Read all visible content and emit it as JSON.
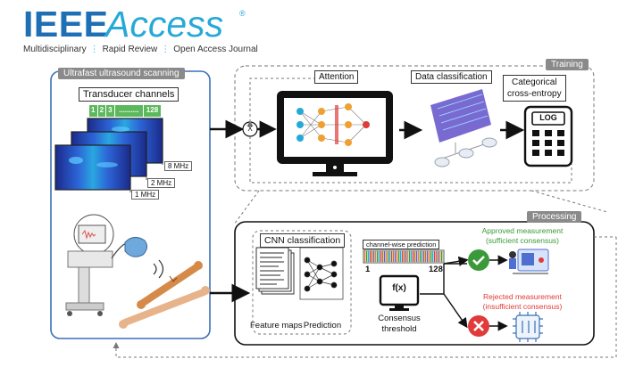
{
  "header": {
    "logo_ieee": "IEEE",
    "logo_access": "Access",
    "trademark": "®",
    "tagline_1": "Multidisciplinary",
    "tagline_2": "Rapid Review",
    "tagline_3": "Open Access Journal"
  },
  "scanning": {
    "title": "Ultrafast ultrasound scanning",
    "transducer_label": "Transducer channels",
    "channels": [
      "1",
      "2",
      "3",
      "..........",
      "128"
    ],
    "freqs": [
      "8 MHz",
      "2 MHz",
      "1 MHz"
    ]
  },
  "training": {
    "title": "Training",
    "attention": "Attention",
    "data_classification": "Data classification",
    "loss_line1": "Categorical",
    "loss_line2": "cross-entropy",
    "log_key": "LOG",
    "multiply": "X"
  },
  "processing": {
    "title": "Processing",
    "cnn_label": "CNN classification",
    "feature_maps": "Feature maps",
    "prediction": "Prediction",
    "channel_pred": "channel-wise prediction",
    "axis_start": "1",
    "axis_end": "128",
    "fx": "f(x)",
    "consensus_line1": "Consensus",
    "consensus_line2": "threshold",
    "approved_line1": "Approved measurement",
    "approved_line2": "(sufficient consensus)",
    "rejected_line1": "Rejected measurement",
    "rejected_line2": "(insufficient consensus)"
  },
  "colors": {
    "ieee_blue": "#1f6fb5",
    "access_cyan": "#27a9d8",
    "panel_blue": "#3a6fb7",
    "approved_green": "#3a9a3a",
    "rejected_red": "#e03a3a",
    "title_gray": "#8a8a8a"
  }
}
